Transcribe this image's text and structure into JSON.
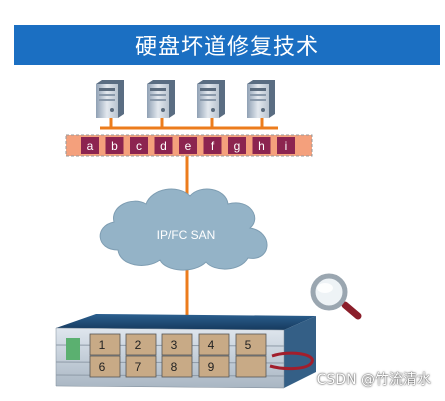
{
  "title": "硬盘坏道修复技术",
  "bus_labels": [
    "a",
    "b",
    "c",
    "d",
    "e",
    "f",
    "g",
    "h",
    "i"
  ],
  "cloud_label": "IP/FC SAN",
  "disk_labels": [
    "1",
    "2",
    "3",
    "4",
    "5",
    "6",
    "7",
    "8",
    "9"
  ],
  "watermark": "CSDN @竹流清水",
  "icons": [
    "server-icon",
    "magnifier-icon",
    "storage-array-icon",
    "cloud-icon"
  ],
  "colors": {
    "title_bg": "#1b6fc2",
    "connector": "#ec7c1c",
    "bus_bg": "#f4a07c",
    "bus_cell": "#8c2450",
    "cloud": "#94b3c7",
    "disk_cell": "#c8aa86"
  }
}
